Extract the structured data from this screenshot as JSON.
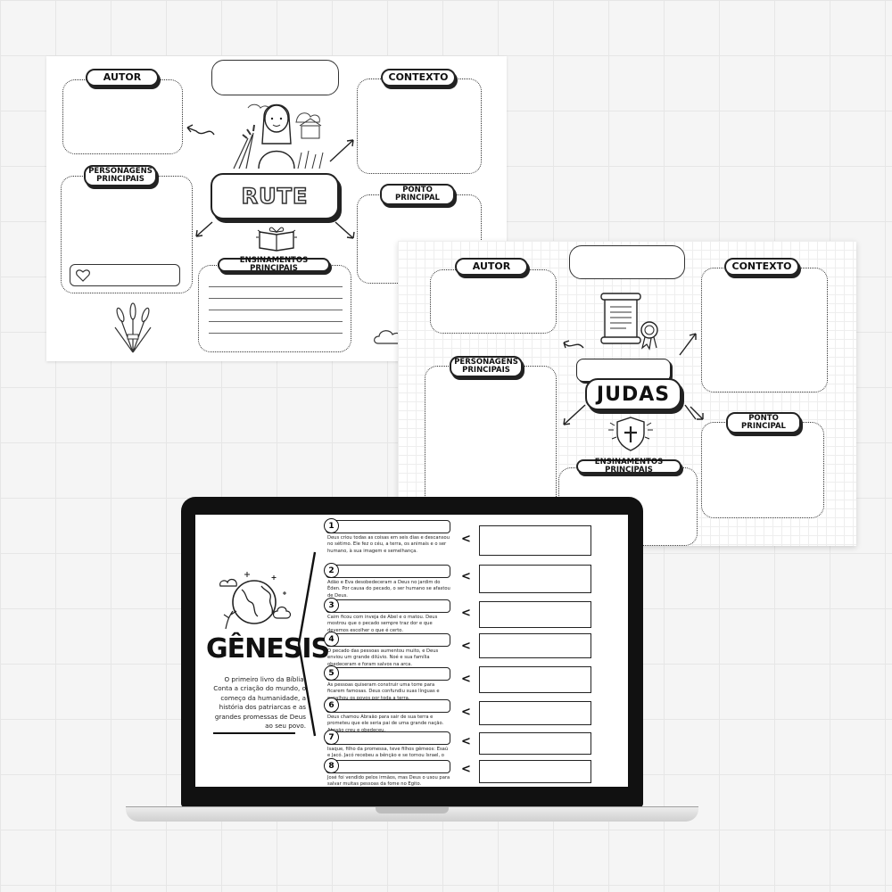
{
  "rute_sheet": {
    "title": "RUTE",
    "labels": {
      "autor": "AUTOR",
      "contexto": "CONTEXTO",
      "personagens": "PERSONAGENS PRINCIPAIS",
      "ponto": "PONTO PRINCIPAL",
      "ensinamentos": "ENSINAMENTOS PRINCIPAIS"
    }
  },
  "judas_sheet": {
    "title": "JUDAS",
    "labels": {
      "autor": "AUTOR",
      "contexto": "CONTEXTO",
      "personagens": "PERSONAGENS PRINCIPAIS",
      "ponto": "PONTO PRINCIPAL",
      "ensinamentos": "ENSINAMENTOS PRINCIPAIS"
    }
  },
  "genesis": {
    "title": "GÊNESIS",
    "description": "O primeiro livro da Bíblia. Conta a criação do mundo, o começo da humanidade, a história dos patriarcas e as grandes promessas de Deus ao seu povo.",
    "arrow": "<",
    "steps": [
      {
        "num": "1",
        "text": "Deus criou todas as coisas em seis dias e descansou no sétimo. Ele fez o céu, a terra, os animais e o ser humano, à sua imagem e semelhança."
      },
      {
        "num": "2",
        "text": "Adão e Eva desobedeceram a Deus no jardim do Éden. Por causa do pecado, o ser humano se afastou de Deus."
      },
      {
        "num": "3",
        "text": "Caim ficou com inveja de Abel e o matou. Deus mostrou que o pecado sempre traz dor e que devemos escolher o que é certo."
      },
      {
        "num": "4",
        "text": "O pecado das pessoas aumentou muito, e Deus enviou um grande dilúvio. Noé e sua família obedeceram e foram salvos na arca."
      },
      {
        "num": "5",
        "text": "As pessoas quiseram construir uma torre para ficarem famosas. Deus confundiu suas línguas e espalhou os povos por toda a terra."
      },
      {
        "num": "6",
        "text": "Deus chamou Abraão para sair de sua terra e prometeu que ele seria pai de uma grande nação. Abraão creu e obedeceu."
      },
      {
        "num": "7",
        "text": "Isaque, filho da promessa, teve filhos gêmeos: Esaú e Jacó. Jacó recebeu a bênção e se tornou Israel, o pai de doze tribos."
      },
      {
        "num": "8",
        "text": "José foi vendido pelos irmãos, mas Deus o usou para salvar muitas pessoas da fome no Egito."
      }
    ]
  }
}
